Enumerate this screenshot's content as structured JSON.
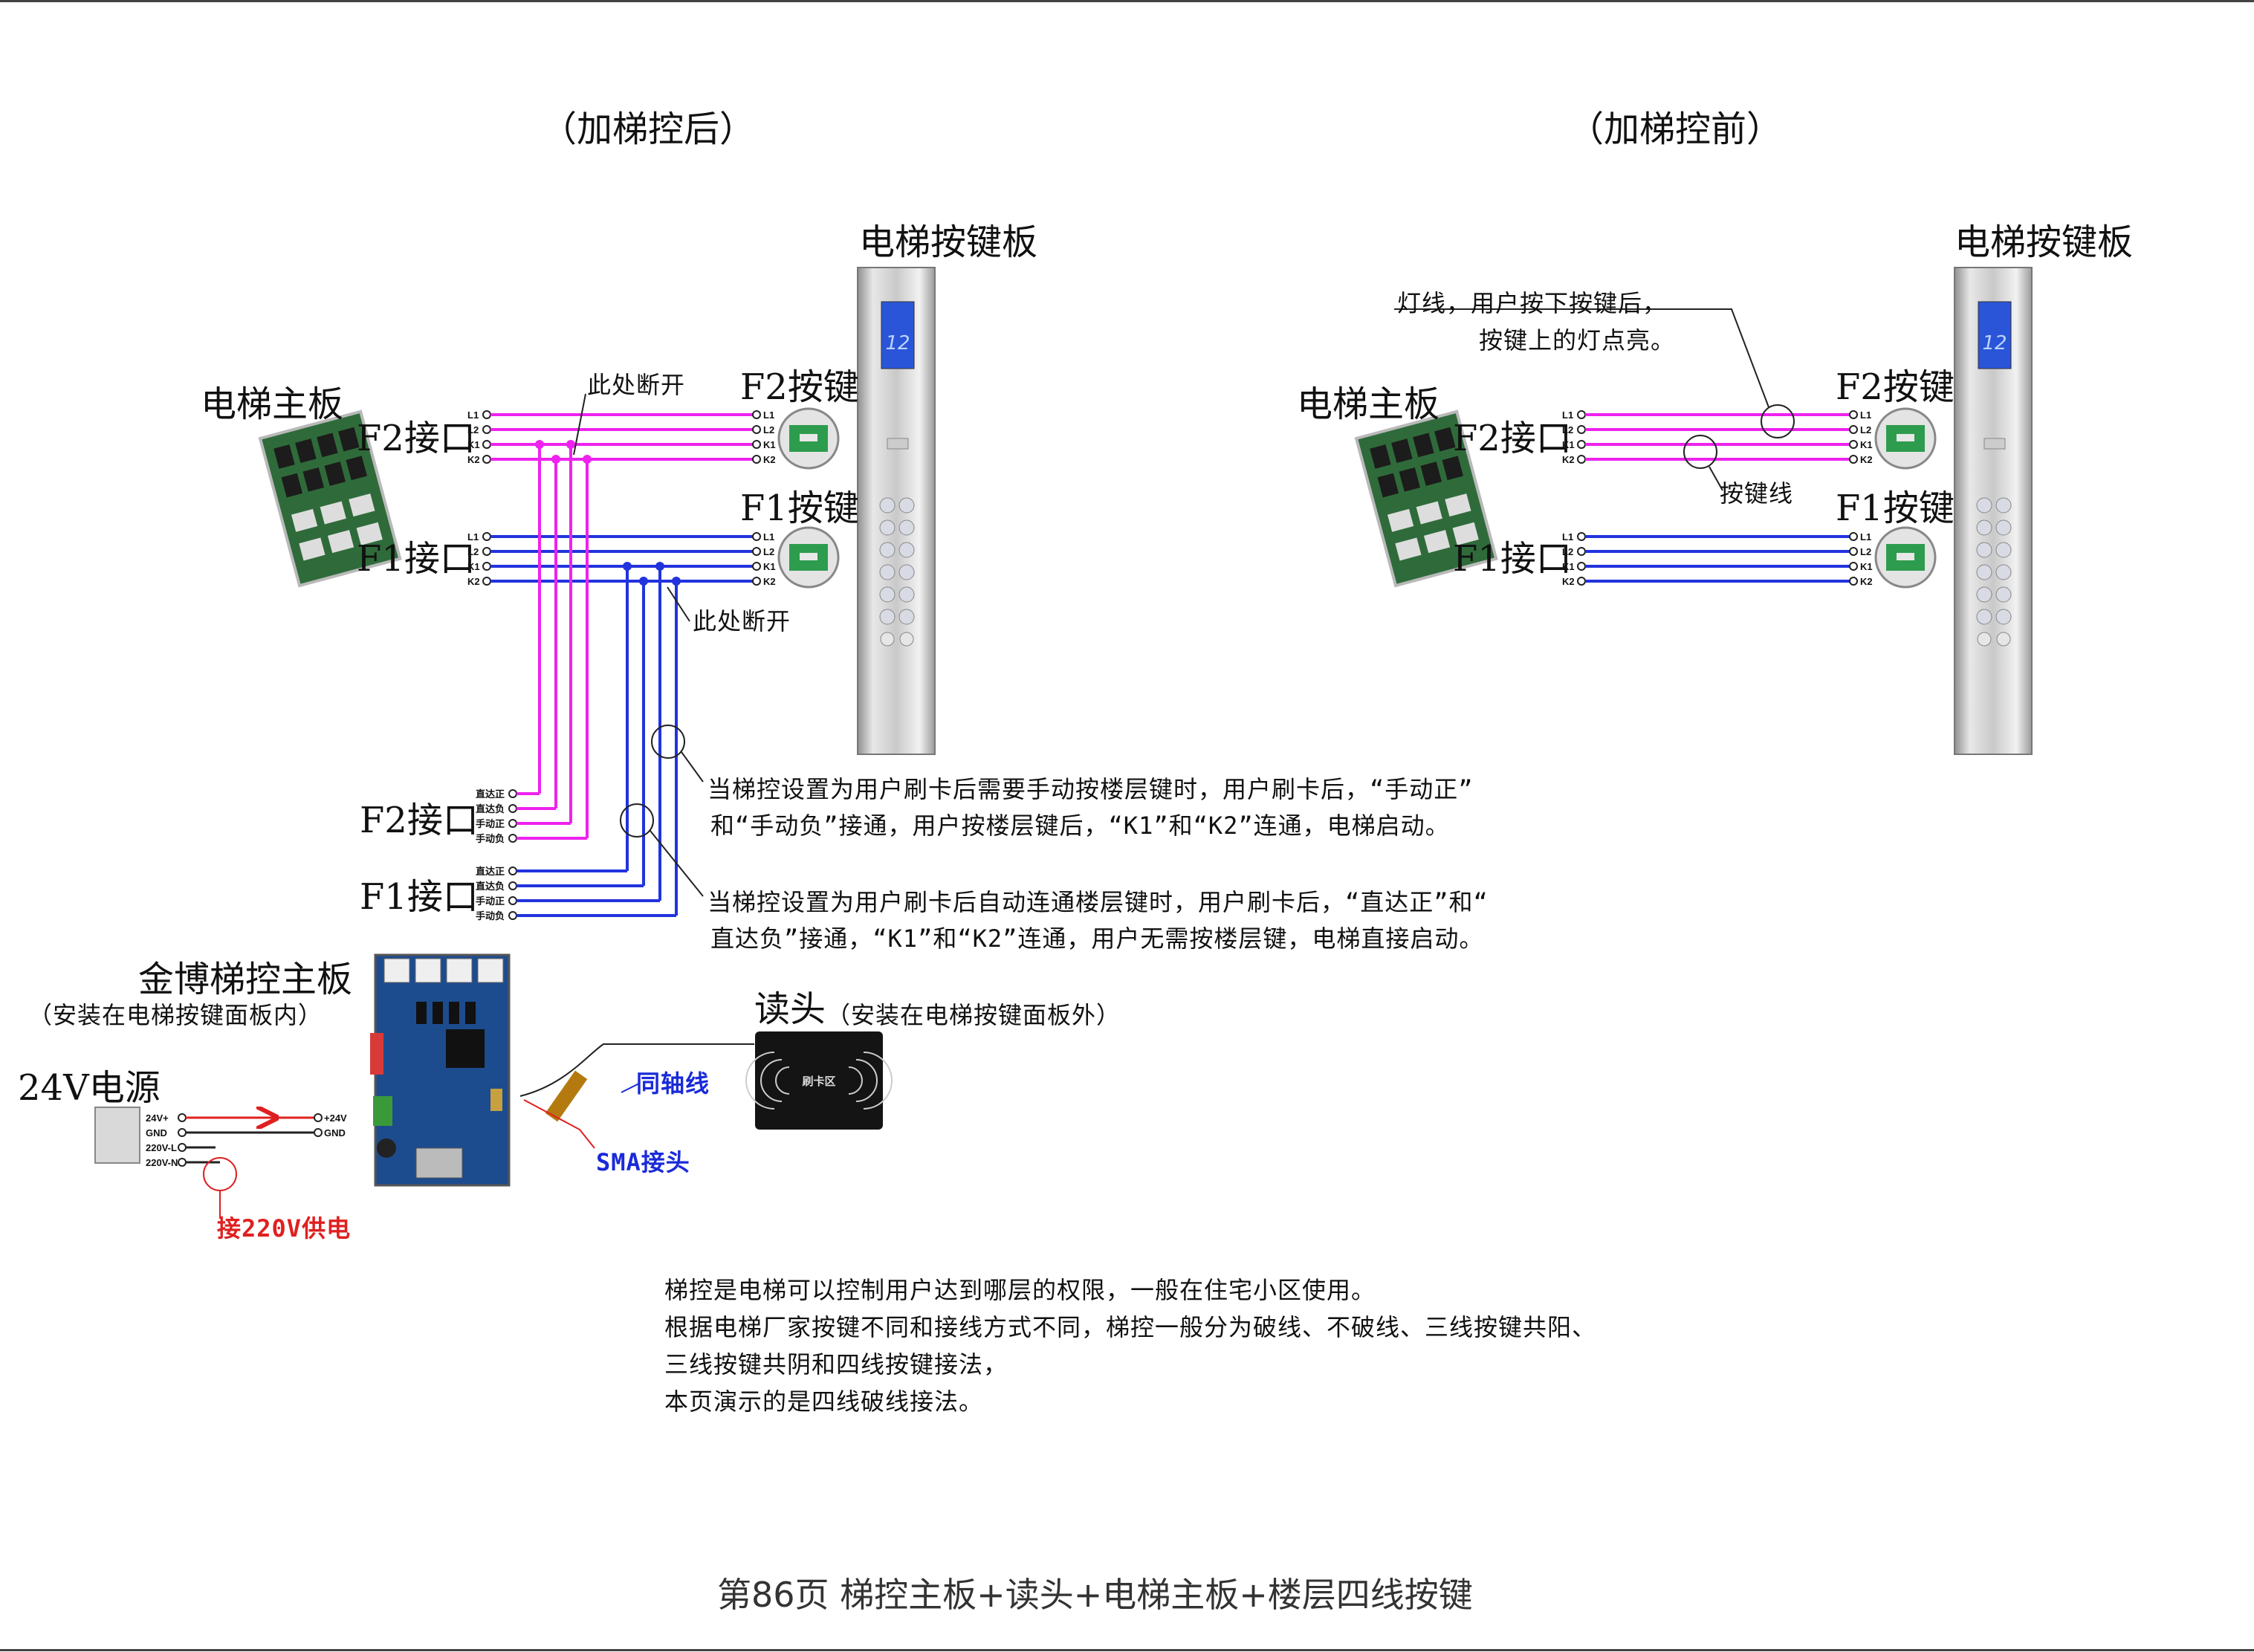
{
  "titles": {
    "after": "（加梯控后）",
    "before": "（加梯控前）"
  },
  "labels": {
    "panel": "电梯按键板",
    "mainboard": "电梯主板",
    "f2_port": "F2接口",
    "f1_port": "F1接口",
    "f2_key": "F2按键",
    "f1_key": "F1按键",
    "break_here": "此处断开",
    "lamp_note_1": "灯线，用户按下按键后，",
    "lamp_note_2": "按键上的灯点亮。",
    "key_wire": "按键线",
    "controller": "金博梯控主板",
    "controller_note": "（安装在电梯按键面板内）",
    "power": "24V电源",
    "reader": "读头",
    "reader_note": "（安装在电梯按键面板外）",
    "coax": "同轴线",
    "sma": "SMA接头",
    "mains": "接220V供电",
    "card_zone": "刷卡区"
  },
  "pins": {
    "key": [
      "L1",
      "L2",
      "K1",
      "K2"
    ],
    "ctrl": [
      "直达正",
      "直达负",
      "手动正",
      "手动负"
    ],
    "psu": [
      "24V+",
      "GND",
      "220V-L",
      "220V-N"
    ],
    "board": [
      "+24V",
      "GND"
    ]
  },
  "notes": {
    "manual_1": "当梯控设置为用户刷卡后需要手动按楼层键时，用户刷卡后，“手动正”",
    "manual_2": "和“手动负”接通，用户按楼层键后，“K1”和“K2”连通，电梯启动。",
    "direct_1": "当梯控设置为用户刷卡后自动连通楼层键时，用户刷卡后，“直达正”和“",
    "direct_2": "直达负”接通，“K1”和“K2”连通，用户无需按楼层键，电梯直接启动。"
  },
  "description": [
    "梯控是电梯可以控制用户达到哪层的权限，一般在住宅小区使用。",
    "根据电梯厂家按键不同和接线方式不同，梯控一般分为破线、不破线、三线按键共阳、",
    "三线按键共阴和四线按键接法，",
    "本页演示的是四线破线接法。"
  ],
  "panel_display": "12",
  "footer": "第86页  梯控主板+读头+电梯主板+楼层四线按键",
  "colors": {
    "f2_wire": "#ee22ee",
    "f1_wire": "#2233dd",
    "red": "#e02020"
  }
}
